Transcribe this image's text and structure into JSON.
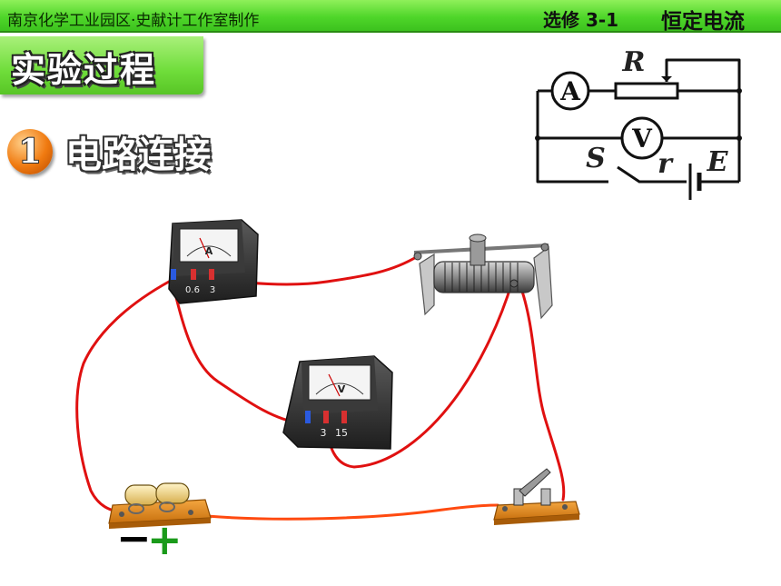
{
  "header": {
    "left_text": "南京化学工业园区·史献计工作室制作",
    "course": "选修 3-1",
    "topic": "恒定电流"
  },
  "section_title": "实验过程",
  "step": {
    "number": "1",
    "title": "电路连接"
  },
  "schematic": {
    "ammeter": "A",
    "voltmeter": "V",
    "rheostat": "R",
    "switch": "S",
    "internal_resistance": "r",
    "emf": "E"
  },
  "ammeter": {
    "symbol": "A",
    "terminals": [
      "0.6",
      "3"
    ]
  },
  "voltmeter": {
    "symbol": "V",
    "terminals": [
      "3",
      "15"
    ]
  },
  "battery": {
    "negative": "−",
    "positive": "+"
  },
  "colors": {
    "header_green": "#4fd62a",
    "wire_red": "#e01010",
    "board_orange": "#e88a1a",
    "plus_green": "#1a9a1a"
  }
}
